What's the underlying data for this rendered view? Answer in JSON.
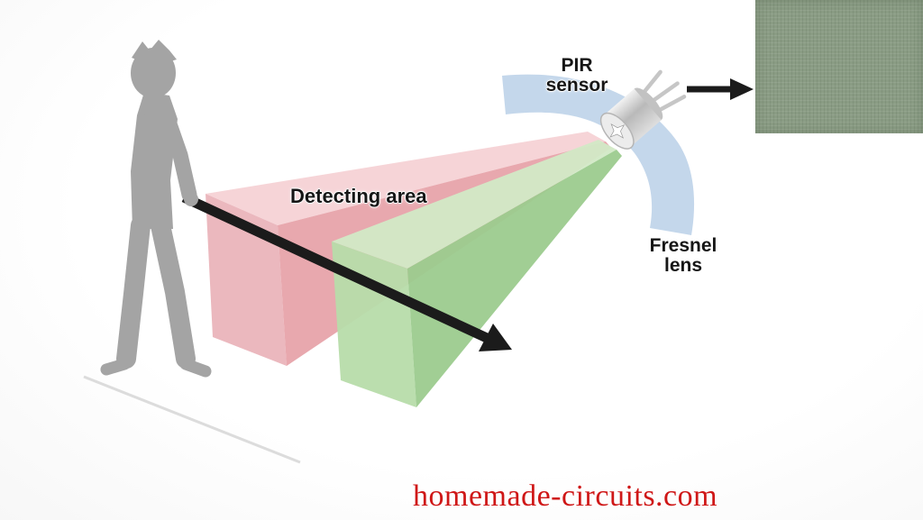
{
  "diagram": {
    "labels": {
      "pir_line1": "PIR",
      "pir_line2": "sensor",
      "detecting_area": "Detecting area",
      "fresnel_line1": "Fresnel",
      "fresnel_line2": "lens"
    },
    "watermark": "homemade-circuits.com",
    "icons": {
      "pir_sensor": "pir-sensor-can-icon",
      "person": "walking-person-silhouette",
      "motion_arrow": "arrow-down-right",
      "output_arrow": "arrow-right",
      "fresnel_lens": "curved-lens-band"
    },
    "colors": {
      "beam_red_top": "#f6d2d5",
      "beam_red_cap": "#eab4ba",
      "beam_red_front": "#e7a3aa",
      "beam_green_top": "#d2e9c6",
      "beam_green_cap": "#b7dcaa",
      "beam_green_front": "#9ccb8e",
      "fresnel_blue": "#c1d5ea",
      "silhouette_gray": "#a4a4a4",
      "arrow_black": "#1b1b1b",
      "panel_green": "#8a9c84",
      "ground_gray": "#dcdcdc",
      "watermark_red": "#cf1717"
    }
  }
}
